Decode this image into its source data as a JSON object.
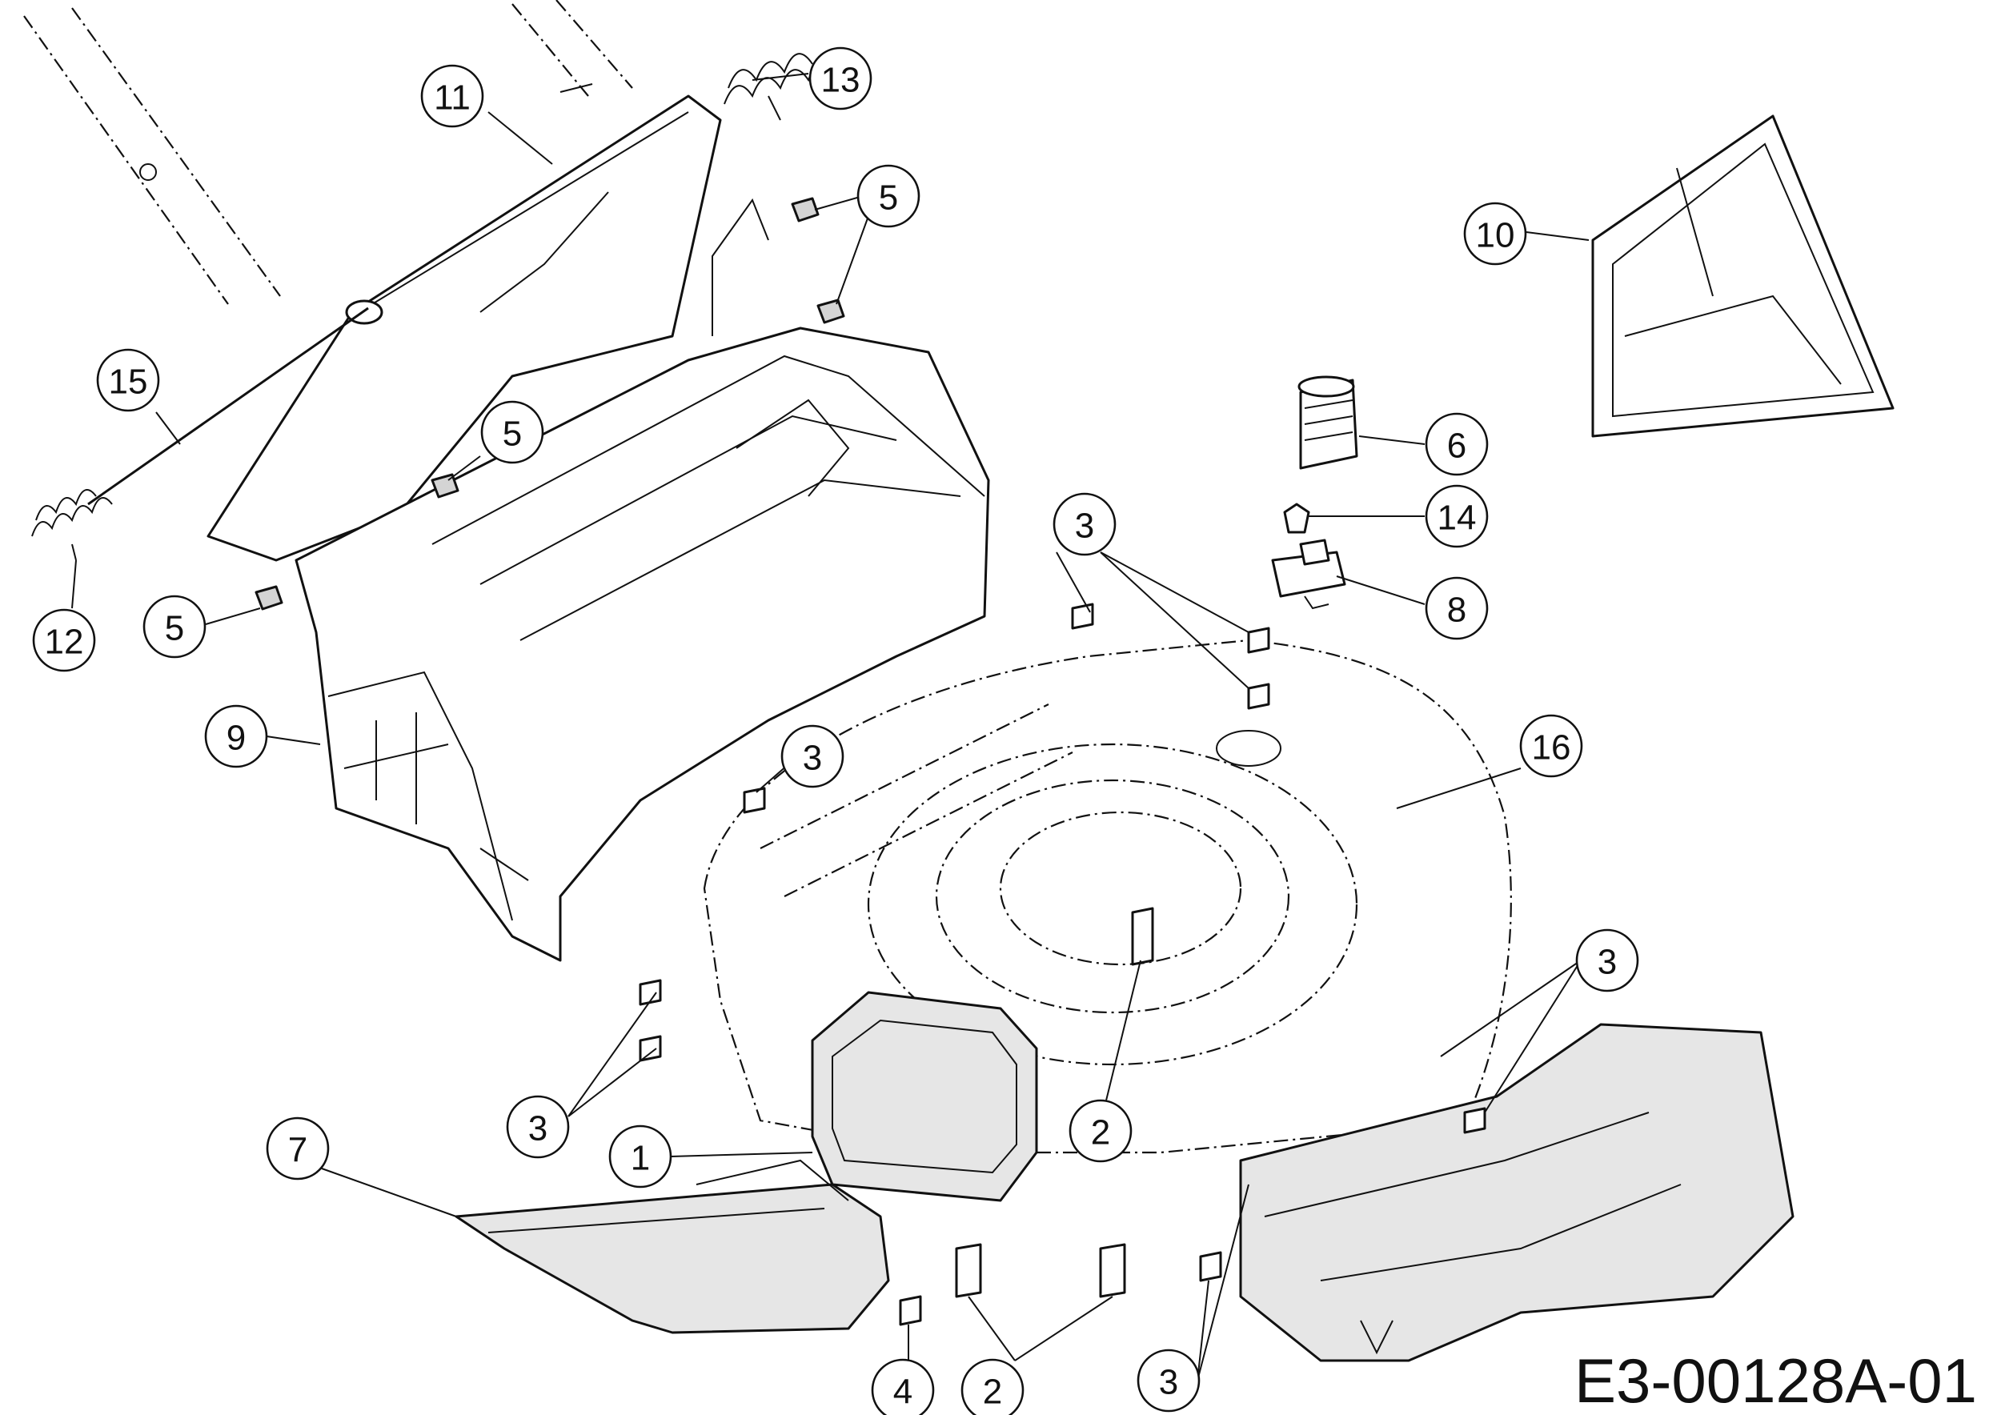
{
  "diagram": {
    "drawing_code": "E3-00128A-01",
    "callouts": [
      {
        "id": "c11",
        "label": "11"
      },
      {
        "id": "c13",
        "label": "13"
      },
      {
        "id": "c5a",
        "label": "5"
      },
      {
        "id": "c10",
        "label": "10"
      },
      {
        "id": "c15",
        "label": "15"
      },
      {
        "id": "c5b",
        "label": "5"
      },
      {
        "id": "c6",
        "label": "6"
      },
      {
        "id": "c14",
        "label": "14"
      },
      {
        "id": "c3a",
        "label": "3"
      },
      {
        "id": "c12",
        "label": "12"
      },
      {
        "id": "c5c",
        "label": "5"
      },
      {
        "id": "c8",
        "label": "8"
      },
      {
        "id": "c9",
        "label": "9"
      },
      {
        "id": "c3b",
        "label": "3"
      },
      {
        "id": "c16",
        "label": "16"
      },
      {
        "id": "c3c",
        "label": "3"
      },
      {
        "id": "c3d",
        "label": "3"
      },
      {
        "id": "c1",
        "label": "1"
      },
      {
        "id": "c2a",
        "label": "2"
      },
      {
        "id": "c7",
        "label": "7"
      },
      {
        "id": "c4",
        "label": "4"
      },
      {
        "id": "c2b",
        "label": "2"
      },
      {
        "id": "c3e",
        "label": "3"
      }
    ]
  }
}
